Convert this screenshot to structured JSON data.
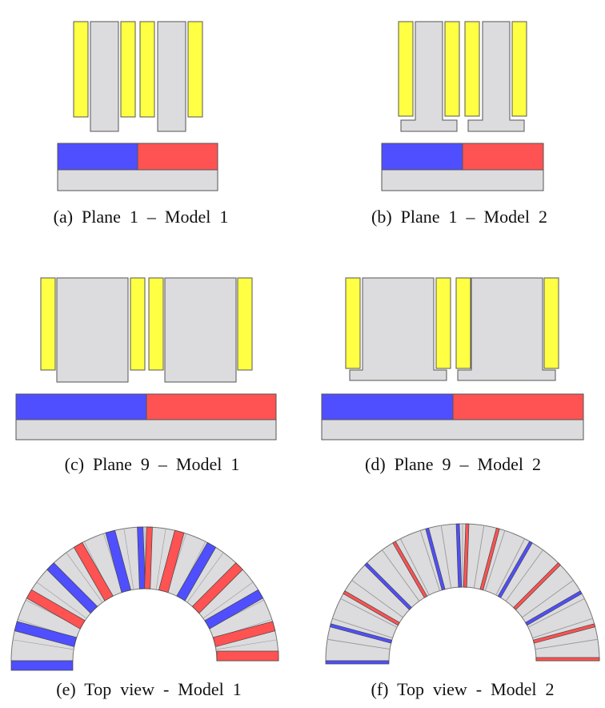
{
  "captions": {
    "a": "(a)  Plane  1  –  Model  1",
    "b": "(b)  Plane  1  –  Model  2",
    "c": "(c)  Plane  9  –  Model  1",
    "d": "(d)  Plane  9  –  Model  2",
    "e": "(e)  Top  view  -  Model  1",
    "f": "(f)  Top  view  -  Model  2"
  },
  "colors": {
    "coil": "#ffff44",
    "iron": "#dcdcde",
    "magnet_north": "#4f4fff",
    "magnet_south": "#ff5252",
    "outline": "#555555"
  }
}
